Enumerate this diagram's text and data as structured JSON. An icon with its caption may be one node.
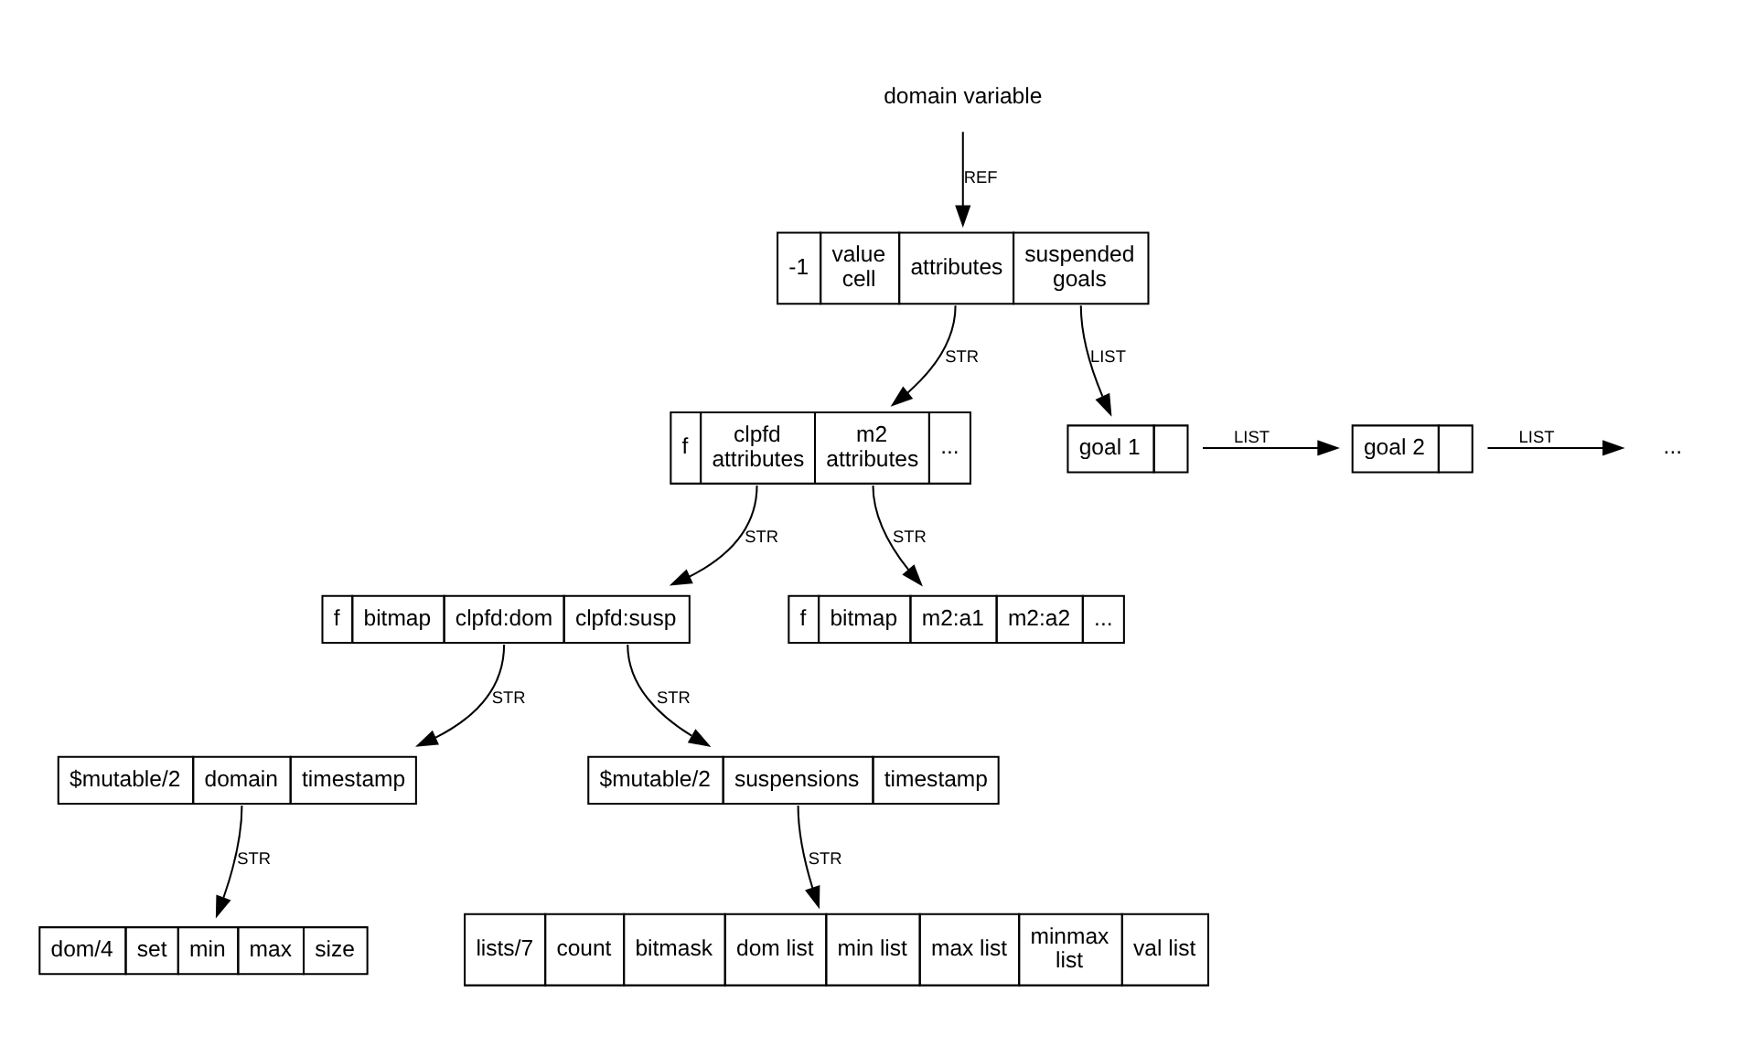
{
  "diagram": {
    "nodes": [
      {
        "text": [
          "domain variable"
        ]
      },
      {
        "text": [
          "-1",
          "value cell",
          "attributes",
          "suspended goals"
        ]
      },
      {
        "text": [
          "f",
          "clpfd attributes",
          "m2 attributes",
          "..."
        ]
      },
      {
        "text": [
          "goal 1"
        ]
      },
      {
        "text": [
          "goal 2"
        ]
      },
      {
        "text": [
          "..."
        ]
      },
      {
        "text": [
          "f",
          "bitmap",
          "clpfd:dom",
          "clpfd:susp"
        ]
      },
      {
        "text": [
          "f",
          "bitmap",
          "m2:a1",
          "m2:a2",
          "..."
        ]
      },
      {
        "text": [
          "$mutable/2",
          "domain",
          "timestamp"
        ]
      },
      {
        "text": [
          "$mutable/2",
          "suspensions",
          "timestamp"
        ]
      },
      {
        "text": [
          "dom/4",
          "set",
          "min",
          "max",
          "size"
        ]
      },
      {
        "text": [
          "lists/7",
          "count",
          "bitmask",
          "dom list",
          "min list",
          "max list",
          "minmax list",
          "val list"
        ]
      }
    ],
    "edges": [
      {
        "from": 0,
        "to": 1,
        "arrow": "to",
        "label": "REF"
      },
      {
        "from": 1,
        "to": 2,
        "arrow": "to",
        "label": "STR"
      },
      {
        "from": 1,
        "to": 3,
        "arrow": "to",
        "label": "LIST"
      },
      {
        "from": 3,
        "to": 4,
        "arrow": "to",
        "label": "LIST"
      },
      {
        "from": 4,
        "to": 5,
        "arrow": "to",
        "label": "LIST"
      },
      {
        "from": 2,
        "to": 6,
        "arrow": "to",
        "label": "STR"
      },
      {
        "from": 2,
        "to": 7,
        "arrow": "to",
        "label": "STR"
      },
      {
        "from": 6,
        "to": 8,
        "arrow": "to",
        "label": "STR"
      },
      {
        "from": 6,
        "to": 9,
        "arrow": "to",
        "label": "STR"
      },
      {
        "from": 8,
        "to": 10,
        "arrow": "to",
        "label": "STR"
      },
      {
        "from": 9,
        "to": 11,
        "arrow": "to",
        "label": "STR"
      }
    ]
  }
}
